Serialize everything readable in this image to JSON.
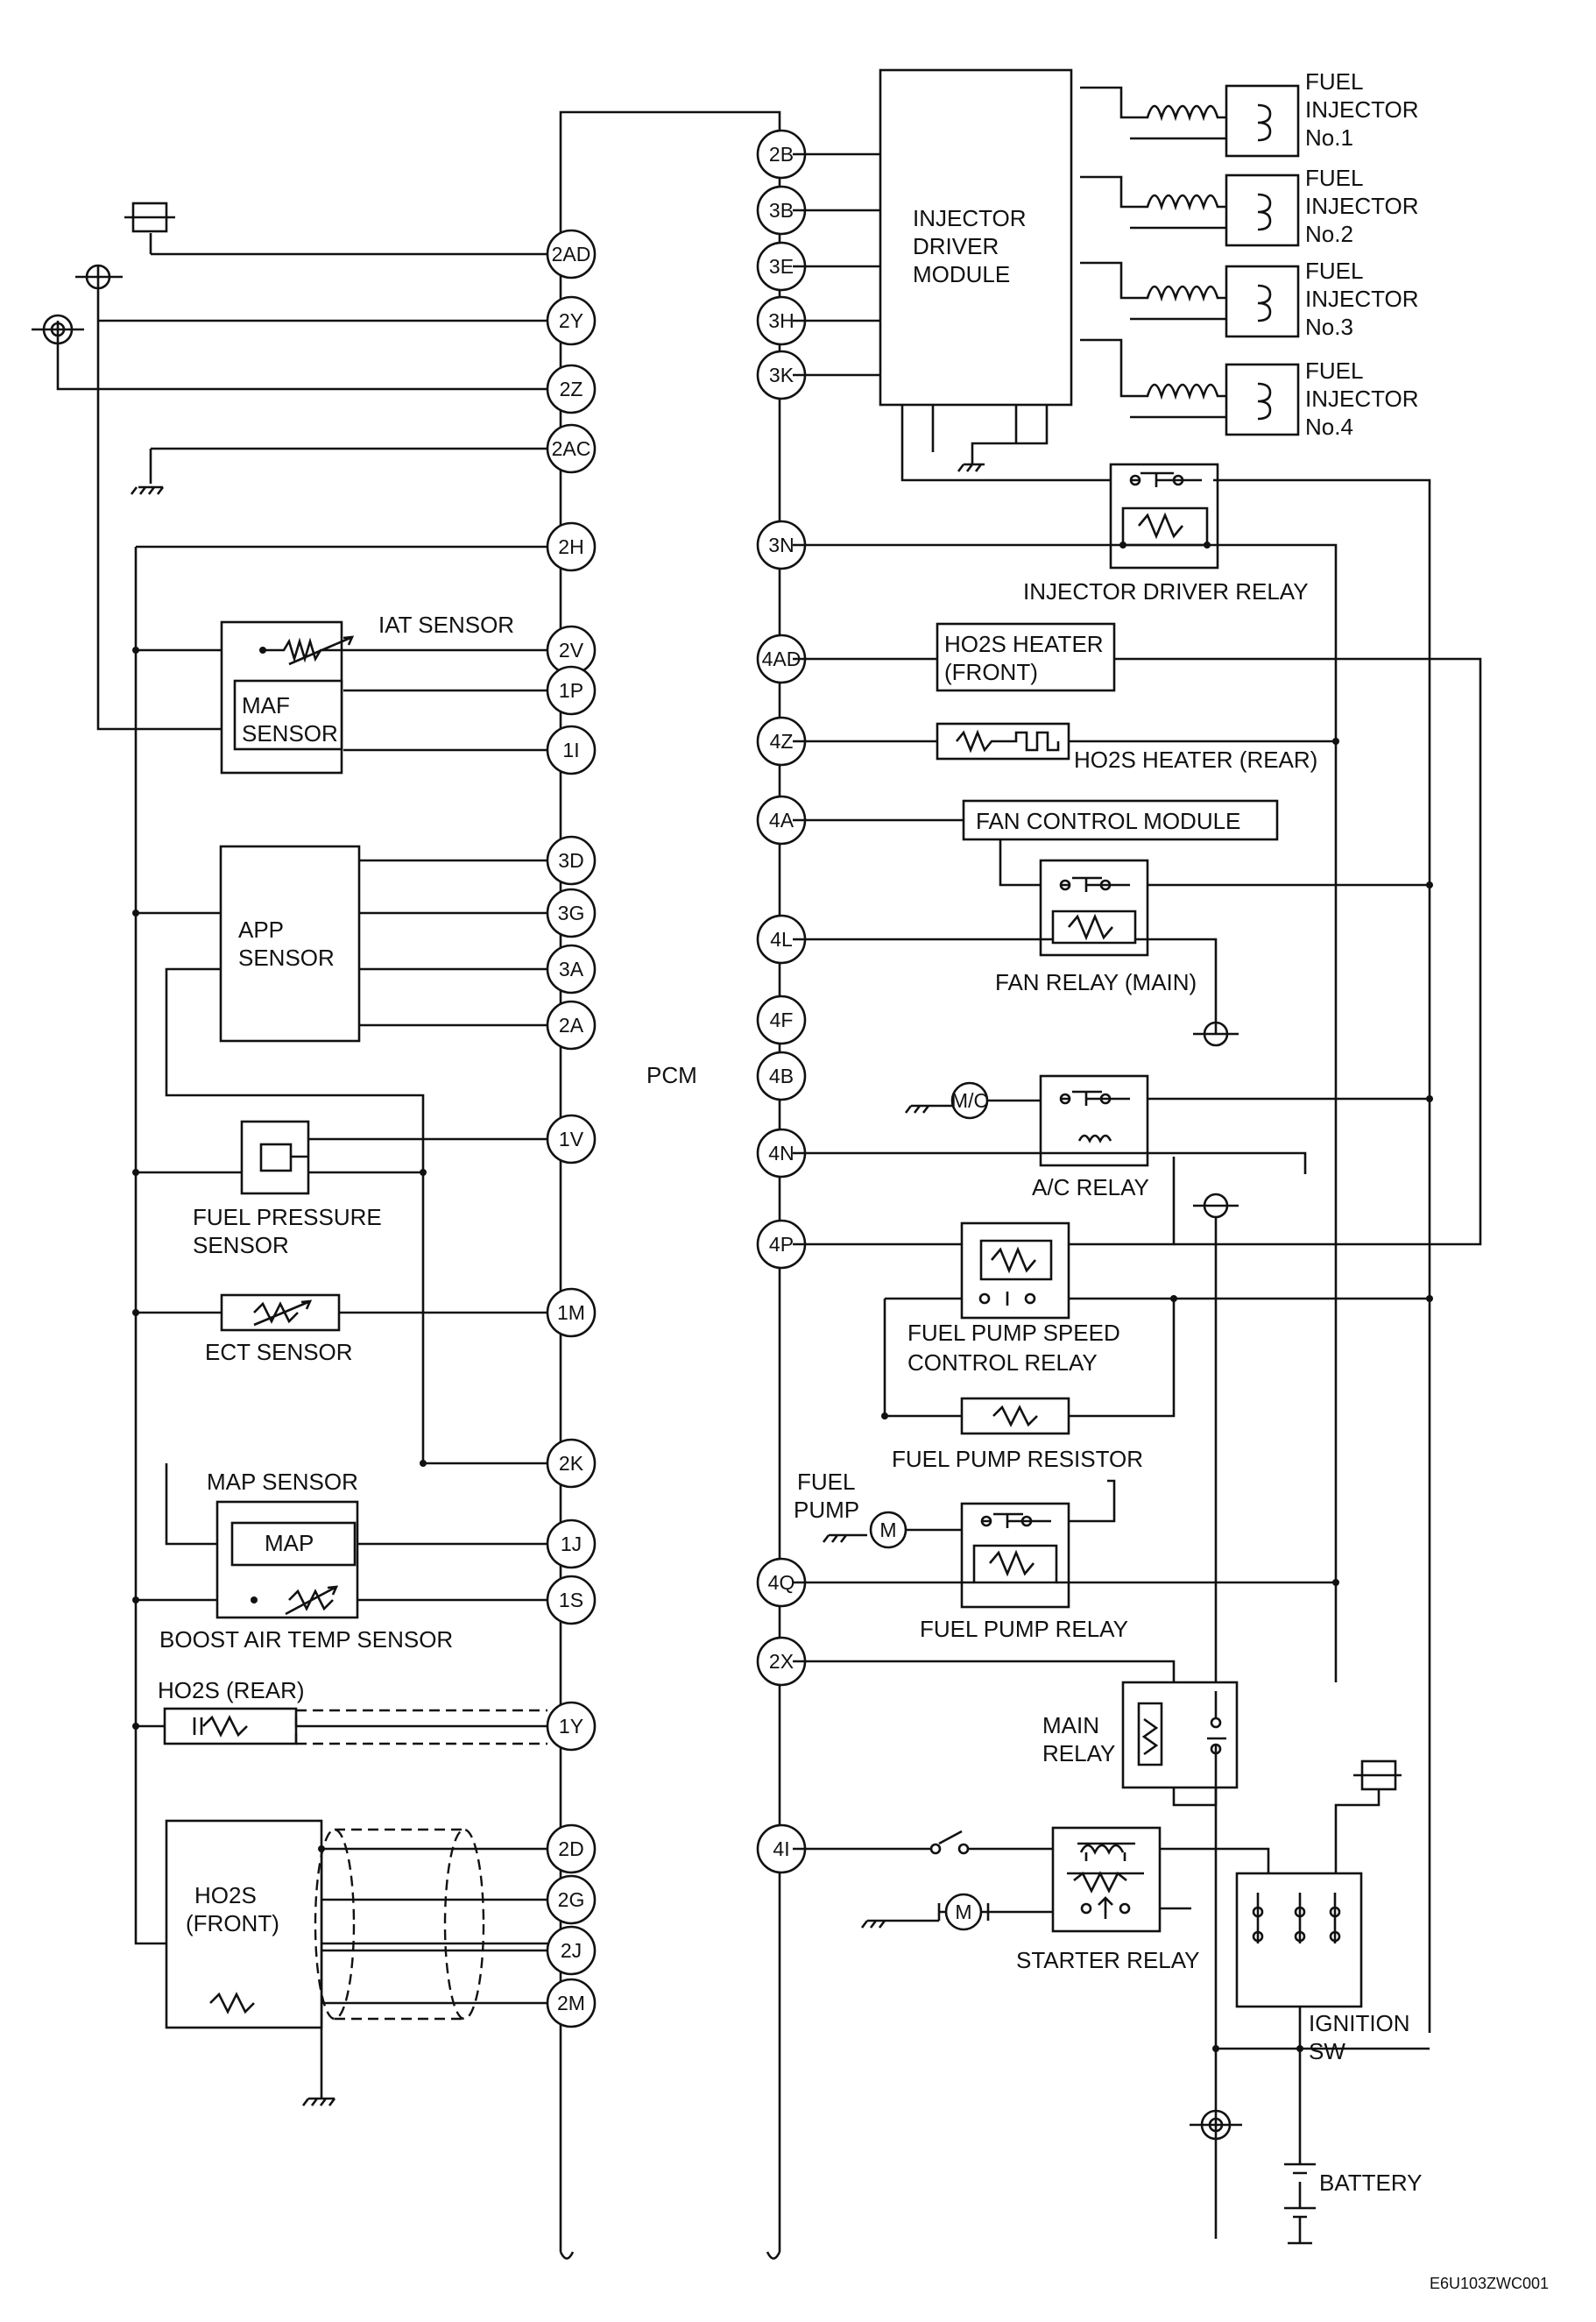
{
  "diagram_id": "E6U103ZWC001",
  "pcm_label": "PCM",
  "pins_left": [
    "2AD",
    "2Y",
    "2Z",
    "2AC",
    "2H",
    "2V",
    "1P",
    "1I",
    "3D",
    "3G",
    "3A",
    "2A",
    "1V",
    "1M",
    "2K",
    "1J",
    "1S",
    "1Y",
    "2D",
    "2G",
    "2J",
    "2M"
  ],
  "pins_right": [
    "2B",
    "3B",
    "3E",
    "3H",
    "3K",
    "3N",
    "4AD",
    "4Z",
    "4A",
    "4L",
    "4F",
    "4B",
    "4N",
    "4P",
    "4Q",
    "2X",
    "4I"
  ],
  "labels": {
    "iat_sensor": "IAT SENSOR",
    "maf_sensor_1": "MAF",
    "maf_sensor_2": "SENSOR",
    "app_sensor_1": "APP",
    "app_sensor_2": "SENSOR",
    "fuel_pressure_1": "FUEL PRESSURE",
    "fuel_pressure_2": "SENSOR",
    "ect_sensor": "ECT  SENSOR",
    "map_sensor": "MAP SENSOR",
    "map": "MAP",
    "boost_air": "BOOST AIR TEMP SENSOR",
    "ho2s_rear": "HO2S (REAR)",
    "ho2s_front_1": "HO2S",
    "ho2s_front_2": "(FRONT)",
    "idm_1": "INJECTOR",
    "idm_2": "DRIVER",
    "idm_3": "MODULE",
    "fuel": "FUEL",
    "injector": "INJECTOR",
    "no1": "No.1",
    "no2": "No.2",
    "no3": "No.3",
    "no4": "No.4",
    "injector_driver_relay": "INJECTOR DRIVER RELAY",
    "ho2s_heater_front_1": "HO2S HEATER",
    "ho2s_heater_front_2": "(FRONT)",
    "ho2s_heater_rear": "HO2S HEATER (REAR)",
    "fan_control_module": "FAN CONTROL  MODULE",
    "fan_relay": "FAN RELAY (MAIN)",
    "mc": "M/C",
    "ac_relay": "A/C RELAY",
    "fp_speed_1": "FUEL PUMP SPEED",
    "fp_speed_2": "CONTROL RELAY",
    "fp_resistor": "FUEL PUMP RESISTOR",
    "fuel_pump_1": "FUEL",
    "fuel_pump_2": "PUMP",
    "motor": "M",
    "fuel_pump_relay": "FUEL PUMP RELAY",
    "main_relay_1": "MAIN",
    "main_relay_2": "RELAY",
    "starter_relay": "STARTER RELAY",
    "ignition_1": "IGNITION",
    "ignition_2": "SW",
    "battery": "BATTERY"
  }
}
